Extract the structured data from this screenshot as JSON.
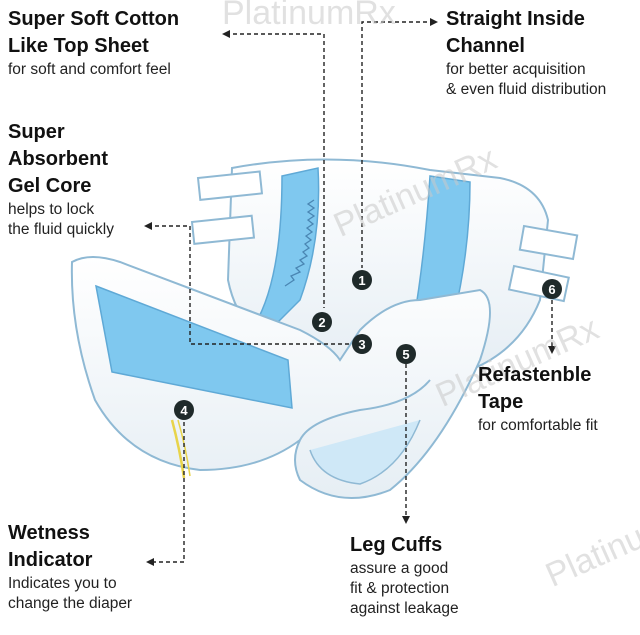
{
  "watermark": "PlatinumRx",
  "features": [
    {
      "id": 1,
      "marker": "1",
      "title": "Straight Inside\nChannel",
      "desc": "for better acquisition\n& even fluid distribution"
    },
    {
      "id": 2,
      "marker": "2",
      "title": "Super Soft Cotton\nLike Top Sheet",
      "desc": "for soft and comfort feel"
    },
    {
      "id": 3,
      "marker": "3",
      "title": "Super\nAbsorbent\nGel Core",
      "desc": "helps to lock\nthe fluid quickly"
    },
    {
      "id": 4,
      "marker": "4",
      "title": "Wetness\nIndicator",
      "desc": "Indicates you to\nchange the diaper"
    },
    {
      "id": 5,
      "marker": "5",
      "title": "Leg Cuffs",
      "desc": "assure a good\nfit & protection\nagainst leakage"
    },
    {
      "id": 6,
      "marker": "6",
      "title": "Refastenble\nTape",
      "desc": "for comfortable fit"
    }
  ],
  "colors": {
    "marker": "#1f2a2a",
    "leader": "#222222",
    "diaper_blue": "#7fc8ef",
    "diaper_light": "#d9eef9",
    "diaper_outline": "#8fb9d4",
    "indicator": "#e8d44a"
  }
}
